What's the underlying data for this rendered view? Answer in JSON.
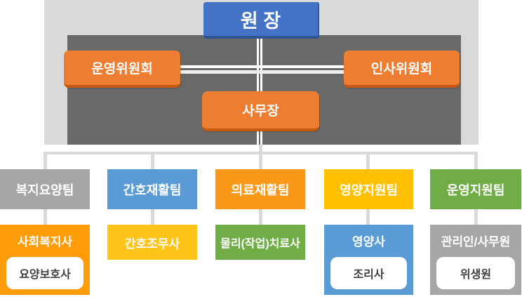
{
  "org_chart": {
    "director": {
      "label": "원 장",
      "color": "#4472C4",
      "shadow_color": "#2E5697"
    },
    "committees": [
      {
        "label": "운영위원회",
        "color": "#ED7D31"
      },
      {
        "label": "인사위원회",
        "color": "#ED7D31"
      }
    ],
    "manager": {
      "label": "사무장",
      "color": "#ED7D31"
    },
    "columns": [
      {
        "team": {
          "label": "복지요양팀",
          "color": "#A6A6A6"
        },
        "sub": {
          "label": "사회복지사",
          "color": "#FF9C07",
          "child": "요양보호사"
        }
      },
      {
        "team": {
          "label": "간호재활팀",
          "color": "#5B9BD5"
        },
        "sub": {
          "label": "간호조무사",
          "color": "#FFC41A"
        }
      },
      {
        "team": {
          "label": "의료재활팀",
          "color": "#FA9919"
        },
        "sub": {
          "label": "물리(작업)치료사",
          "color": "#70AD47"
        }
      },
      {
        "team": {
          "label": "영양지원팀",
          "color": "#FFC000"
        },
        "sub": {
          "label": "영양사",
          "color": "#5B9BD5",
          "child": "조리사"
        }
      },
      {
        "team": {
          "label": "운영지원팀",
          "color": "#70AD47"
        },
        "sub": {
          "label": "관리인/사무원",
          "color": "#A6A6A6",
          "child": "위생원"
        }
      }
    ],
    "style": {
      "background_light": "#D9D9D9",
      "background_dark": "#696969",
      "connector_light": "#D9D9D9",
      "connector_white": "#FFFFFF",
      "inner_box_bg": "#FFFFFF",
      "inner_text_color": "#404040",
      "committee_shadow": "#C4590F"
    }
  }
}
